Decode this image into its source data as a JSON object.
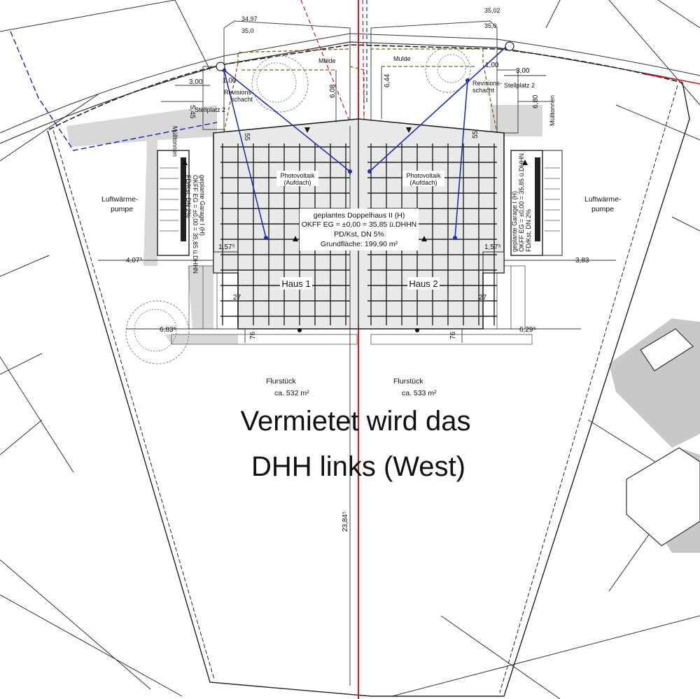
{
  "plan": {
    "elevations": {
      "top_left_1": "34,97",
      "top_left_2": "35,0",
      "top_right_1": "35,02",
      "top_right_2": "35,0"
    },
    "mulde_left": "Mulde",
    "mulde_right": "Mulde",
    "revision_left": [
      "Revisions-",
      "schacht"
    ],
    "revision_right": [
      "Revisions-",
      "schacht"
    ],
    "stellplatz_left": "Stellplatz 2",
    "stellplatz_right": "Stellplatz 2",
    "muelltonnen_left": "Mülltonnen",
    "muelltonnen_right": "Mülltonnen",
    "luftwaermepumpe_left": [
      "Luftwärme-",
      "pumpe"
    ],
    "luftwaermepumpe_right": [
      "Luftwärme-",
      "pumpe"
    ],
    "photovoltaik_left": [
      "Photovoltaik",
      "(Aufdach)"
    ],
    "photovoltaik_right": [
      "Photovoltaik",
      "(Aufdach)"
    ],
    "garage_left": [
      "geplante Garage I (H)",
      "OKFF EG = ±0,00 = 35,85 ü.DHHN",
      "FD/Kst, DN 2%"
    ],
    "garage_right": [
      "geplante Garage I (H)",
      "OKFF EG = ±0,00 = 35,85 ü.DHHN",
      "FD/Kst, DN 2%"
    ],
    "house_info": [
      "geplantes Doppelhaus II (H)",
      "OKFF EG = ±0,00 = 35,85 ü.DHHN",
      "PD/Kst, DN 5%",
      "Grundfläche: 199,90 m²"
    ],
    "haus1": "Haus 1",
    "haus2": "Haus 2",
    "dimensions": {
      "d_300_left": "3,00",
      "d_300_right": "3,00",
      "d_100_left": "1,00",
      "d_100_right": "1,00",
      "d_608": "6,08",
      "d_644": "6,44",
      "d_545": "5,45",
      "d_680": "6,80",
      "d_55_left": "55",
      "d_55_right": "55",
      "d_157_left": "1,57⁵",
      "d_157_right": "1,57⁵",
      "d_407": "4,07⁵",
      "d_383": "3,83",
      "d_27_left": "27",
      "d_27_right": "27",
      "d_683": "6,83⁵",
      "d_629": "6,29⁵",
      "d_76_left": "76",
      "d_76_right": "76",
      "d_2384": "23,84⁵"
    },
    "flurstueck_left": [
      "Flurstück",
      "ca. 532 m²"
    ],
    "flurstueck_right": [
      "Flurstück",
      "ca. 533 m²"
    ]
  },
  "overlay_text": [
    "Vermietet wird das",
    "DHH links (West)"
  ],
  "colors": {
    "boundary_red": "#d11a1a",
    "sewer_blue": "#1f2fb5",
    "mulde_brown": "#8a5a1e",
    "shadow_gray": "#c8c8c8",
    "line_dark": "#222222"
  }
}
